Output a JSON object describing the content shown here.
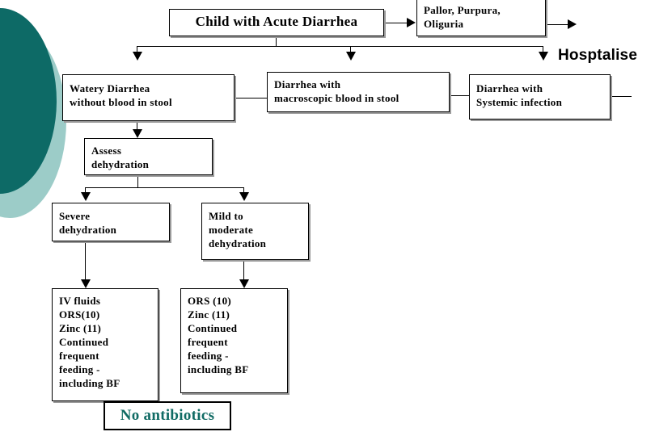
{
  "diagram": {
    "title_box": "Child with Acute Diarrhea",
    "red_flags_box": [
      "Pallor, Purpura,",
      "Oliguria"
    ],
    "hospitalise_label": "Hosptalise",
    "branches": [
      {
        "lines": [
          "Watery Diarrhea",
          "without blood in stool"
        ]
      },
      {
        "lines": [
          "Diarrhea with",
          "macroscopic blood in stool"
        ]
      },
      {
        "lines": [
          "Diarrhea with",
          "Systemic infection"
        ]
      }
    ],
    "assess_box": [
      "Assess",
      "dehydration"
    ],
    "severity": [
      {
        "lines": [
          "Severe",
          "dehydration"
        ]
      },
      {
        "lines": [
          "Mild to",
          "moderate",
          "dehydration"
        ]
      }
    ],
    "treatments": [
      {
        "lines": [
          "IV fluids",
          "ORS(10)",
          "Zinc (11)",
          "Continued",
          "frequent",
          "feeding -",
          "including BF"
        ]
      },
      {
        "lines": [
          "ORS (10)",
          "Zinc (11)",
          "Continued",
          "frequent",
          "feeding -",
          "including BF"
        ]
      }
    ],
    "footer_note": "No antibiotics"
  },
  "colors": {
    "teal_dark": "#0D6A66",
    "teal_light": "#9CCCC8",
    "note_text": "#106B64",
    "stroke": "#000000",
    "box_shadow": "#9A9A9A"
  }
}
